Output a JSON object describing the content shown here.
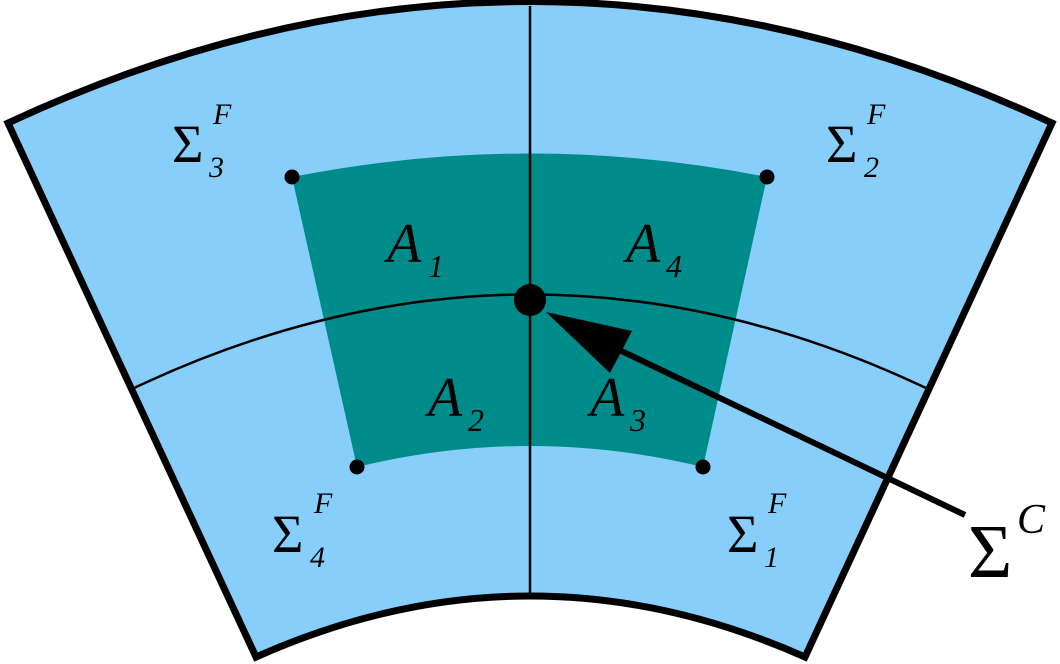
{
  "colors": {
    "outer_region": "#87CEFA",
    "inner_region": "#008B8B",
    "stroke": "#000000"
  },
  "labels": {
    "sigma_f_1": {
      "base": "Σ",
      "sup": "F",
      "sub": "1"
    },
    "sigma_f_2": {
      "base": "Σ",
      "sup": "F",
      "sub": "2"
    },
    "sigma_f_3": {
      "base": "Σ",
      "sup": "F",
      "sub": "3"
    },
    "sigma_f_4": {
      "base": "Σ",
      "sup": "F",
      "sub": "4"
    },
    "sigma_c": {
      "base": "Σ",
      "sup": "C"
    },
    "a1": {
      "base": "A",
      "sub": "1"
    },
    "a2": {
      "base": "A",
      "sub": "2"
    },
    "a3": {
      "base": "A",
      "sub": "3"
    },
    "a4": {
      "base": "A",
      "sub": "4"
    }
  }
}
